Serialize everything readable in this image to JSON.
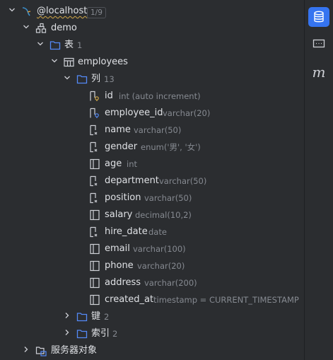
{
  "connection": {
    "name": "@localhost",
    "badge": "1/9"
  },
  "database": {
    "name": "demo"
  },
  "tables_group": {
    "label": "表",
    "count": "1"
  },
  "table": {
    "name": "employees"
  },
  "columns_group": {
    "label": "列",
    "count": "13"
  },
  "columns": [
    {
      "name": "id",
      "type": "int (auto increment)",
      "icon": "primary-key-column-icon"
    },
    {
      "name": "employee_id",
      "type": "varchar(20)",
      "icon": "unique-key-column-icon"
    },
    {
      "name": "name",
      "type": "varchar(50)",
      "icon": "not-null-column-icon"
    },
    {
      "name": "gender",
      "type": "enum('男', '女')",
      "icon": "not-null-column-icon"
    },
    {
      "name": "age",
      "type": "int",
      "icon": "column-icon"
    },
    {
      "name": "department",
      "type": "varchar(50)",
      "icon": "not-null-column-icon"
    },
    {
      "name": "position",
      "type": "varchar(50)",
      "icon": "not-null-column-icon"
    },
    {
      "name": "salary",
      "type": "decimal(10,2)",
      "icon": "column-icon"
    },
    {
      "name": "hire_date",
      "type": "date",
      "icon": "not-null-column-icon"
    },
    {
      "name": "email",
      "type": "varchar(100)",
      "icon": "column-icon"
    },
    {
      "name": "phone",
      "type": "varchar(20)",
      "icon": "column-icon"
    },
    {
      "name": "address",
      "type": "varchar(200)",
      "icon": "column-icon"
    },
    {
      "name": "created_at",
      "type": "timestamp = CURRENT_TIMESTAMP",
      "icon": "column-icon"
    }
  ],
  "keys_group": {
    "label": "键",
    "count": "2"
  },
  "indexes_group": {
    "label": "索引",
    "count": "2"
  },
  "server_objects": {
    "label": "服务器对象"
  },
  "right_toolbar": [
    "database-icon",
    "sql-console-icon",
    "m-icon"
  ],
  "right_toolbar_m": "m",
  "colors": {
    "accent": "#3574f0",
    "background": "#2b2d30",
    "folder": "#548af7",
    "muted_text": "#868a91"
  }
}
